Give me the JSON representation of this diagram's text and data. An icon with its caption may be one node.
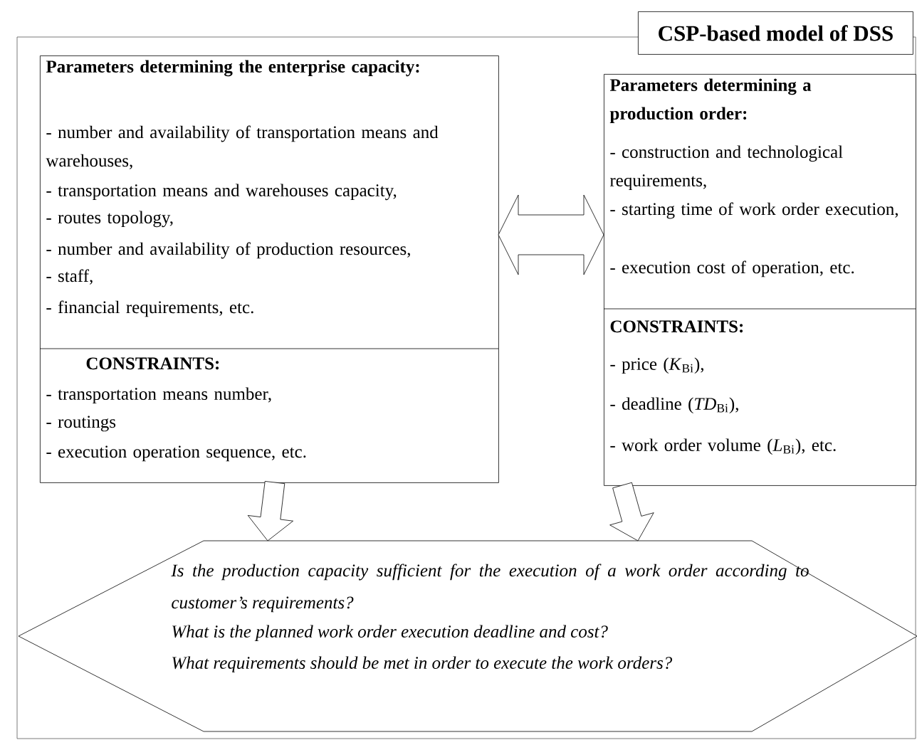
{
  "diagram": {
    "nodes": [
      {
        "text": [
          "CSP-based model of DSS"
        ]
      },
      {
        "text": [
          "Parameters determining the enterprise capacity:",
          "- number and availability of transportation means and warehouses,",
          "- transportation means and warehouses capacity,",
          "- routes topology,",
          "- number and availability of production resources,",
          "- staff,",
          "- financial requirements, etc.",
          "CONSTRAINTS:",
          "- transportation means number,",
          "- routings",
          "- execution operation sequence, etc."
        ],
        "in": 0
      },
      {
        "text": [
          "Parameters determining a production order:",
          "- construction and technological requirements,",
          "- starting time of work order execution,",
          "- execution cost of operation, etc.",
          "CONSTRAINTS:",
          "- price (*K*$_{Bi}$),",
          "- deadline (*TD*$_{Bi}$),",
          "- work order volume (*L*$_{Bi}$), etc."
        ],
        "in": 0
      },
      {
        "text": [
          "Is the production capacity sufficient for the execution of a work order according to customer’s requirements?",
          "What is the planned work order execution deadline and cost?",
          "What requirements should be met in order to execute the work orders?"
        ],
        "in": 0
      }
    ],
    "edges": [
      {
        "from": 1,
        "to": 2,
        "arrow": "both"
      },
      {
        "from": 1,
        "to": 3,
        "arrow": "to"
      },
      {
        "from": 2,
        "to": 3,
        "arrow": "to"
      }
    ]
  }
}
